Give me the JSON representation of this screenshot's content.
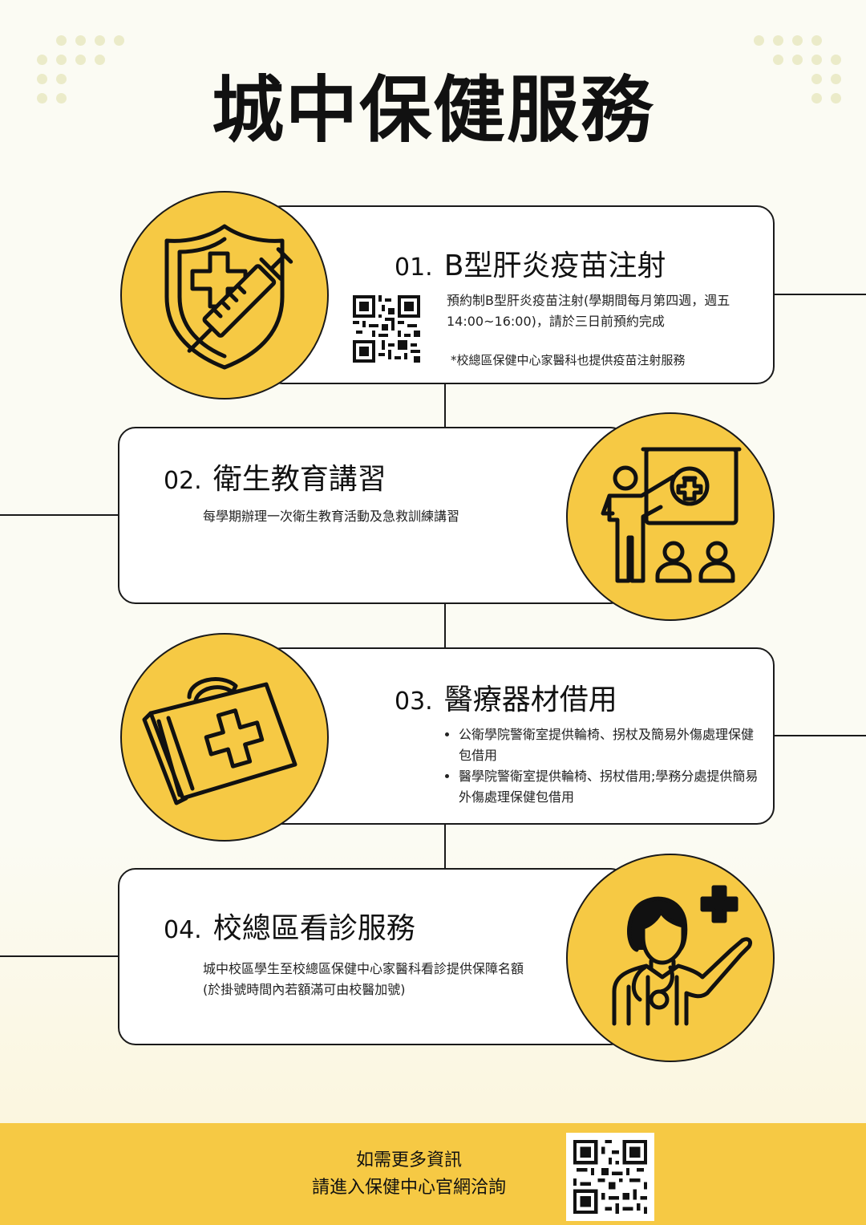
{
  "title": "城中保健服務",
  "services": [
    {
      "number": "01.",
      "heading": "B型肝炎疫苗注射",
      "icon": "shield-syringe-icon",
      "description": "預約制B型肝炎疫苗注射(學期間每月第四週，週五14:00~16:00)，請於三日前預約完成",
      "note": "*校總區保健中心家醫科也提供疫苗注射服務"
    },
    {
      "number": "02.",
      "heading": "衛生教育講習",
      "icon": "presenter-icon",
      "description": "每學期辦理一次衛生教育活動及急救訓練講習"
    },
    {
      "number": "03.",
      "heading": "醫療器材借用",
      "icon": "medical-kit-icon",
      "bullets": [
        "公衛學院警衛室提供輪椅、拐杖及簡易外傷處理保健包借用",
        "醫學院警衛室提供輪椅、拐杖借用;學務分處提供簡易外傷處理保健包借用"
      ]
    },
    {
      "number": "04.",
      "heading": "校總區看診服務",
      "icon": "doctor-icon",
      "description": "城中校區學生至校總區保健中心家醫科看診提供保障名額(於掛號時間內若額滿可由校醫加號)"
    }
  ],
  "footer": {
    "line1": "如需更多資訊",
    "line2": "請進入保健中心官網洽詢"
  },
  "colors": {
    "accent": "#f6c944",
    "background": "#fbfbf3",
    "ink": "#1a1a1a"
  }
}
